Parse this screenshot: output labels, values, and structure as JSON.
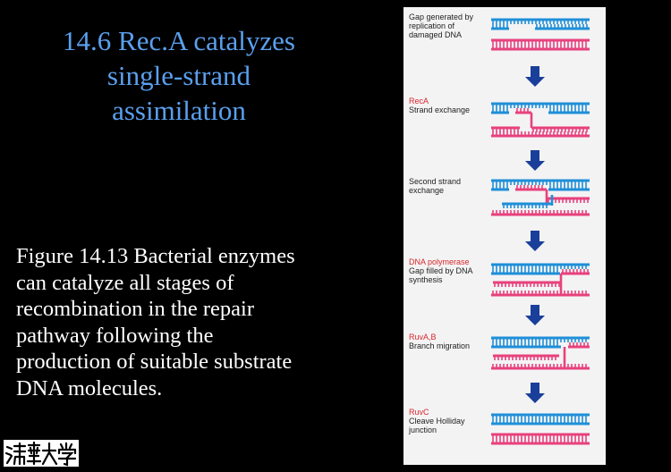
{
  "title": {
    "lines": [
      "14.6 Rec.A catalyzes",
      "single-strand",
      "assimilation"
    ]
  },
  "caption": {
    "lines": [
      "Figure 14.13 Bacterial enzymes",
      "can catalyze all stages of",
      "recombination in the repair",
      "pathway following the",
      "production of suitable substrate",
      "DNA molecules."
    ]
  },
  "logo": {
    "name": "tsinghua-university-logo",
    "text": "清華大學"
  },
  "colors": {
    "strand_blue": "#1f8fd8",
    "strand_pink": "#e8417c",
    "arrow_blue": "#1a3f9a",
    "label_red": "#d9262b"
  },
  "figure": {
    "steps": [
      {
        "label": [
          "Gap generated by",
          "replication of",
          "damaged DNA"
        ],
        "color": "#222222"
      },
      {
        "label": [
          "RecA",
          "Strand exchange"
        ],
        "color": "#d9262b",
        "second_color": "#222222"
      },
      {
        "label": [
          "Second strand",
          "exchange"
        ],
        "color": "#222222"
      },
      {
        "label": [
          "DNA polymerase",
          "Gap filled by DNA",
          "synthesis"
        ],
        "color": "#d9262b",
        "second_color": "#222222"
      },
      {
        "label": [
          "RuvA,B",
          "Branch migration"
        ],
        "color": "#d9262b",
        "second_color": "#222222"
      },
      {
        "label": [
          "RuvC",
          "Cleave Holliday",
          "junction"
        ],
        "color": "#d9262b",
        "second_color": "#222222"
      }
    ]
  }
}
